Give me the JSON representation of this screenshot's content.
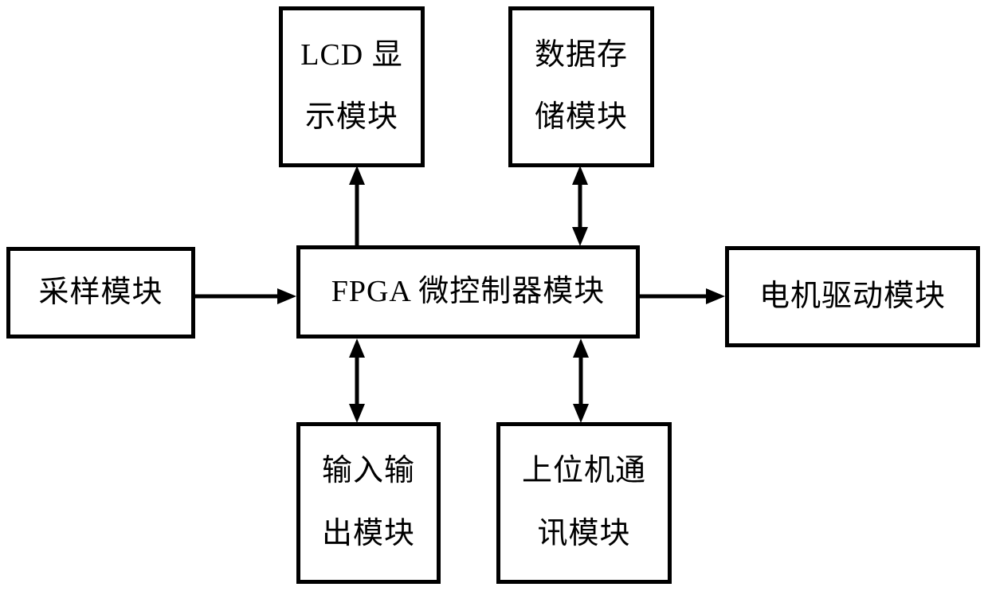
{
  "diagram": {
    "nodes": {
      "lcd_display": {
        "lines": [
          "LCD 显",
          "示模块"
        ]
      },
      "data_storage": {
        "lines": [
          "数据存",
          "储模块"
        ]
      },
      "sampling": {
        "label": "采样模块"
      },
      "fpga": {
        "label": "FPGA 微控制器模块"
      },
      "motor_drive": {
        "label": "电机驱动模块"
      },
      "input_output": {
        "lines": [
          "输入输",
          "出模块"
        ]
      },
      "host_comm": {
        "lines": [
          "上位机通",
          "讯模块"
        ]
      }
    },
    "edges": [
      {
        "from": "fpga",
        "to": "lcd_display",
        "bidirectional": false
      },
      {
        "from": "fpga",
        "to": "data_storage",
        "bidirectional": true
      },
      {
        "from": "sampling",
        "to": "fpga",
        "bidirectional": false
      },
      {
        "from": "fpga",
        "to": "motor_drive",
        "bidirectional": false
      },
      {
        "from": "fpga",
        "to": "input_output",
        "bidirectional": true
      },
      {
        "from": "fpga",
        "to": "host_comm",
        "bidirectional": true
      }
    ],
    "colors": {
      "stroke": "#000000",
      "text": "#000000",
      "background": "#ffffff"
    }
  }
}
